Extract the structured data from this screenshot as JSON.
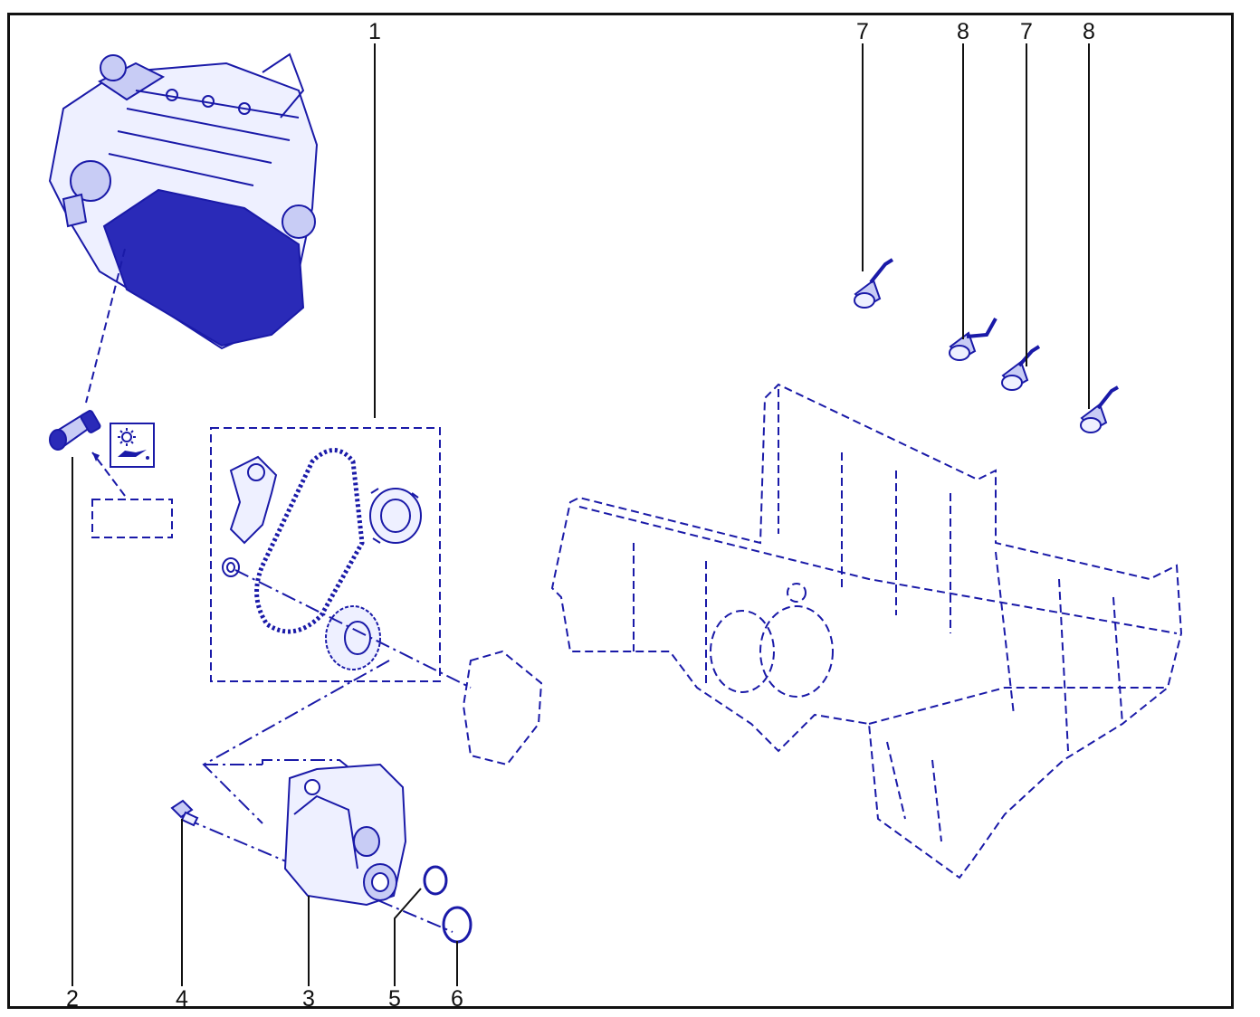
{
  "diagram": {
    "callouts": [
      {
        "id": "c1",
        "label": "1"
      },
      {
        "id": "c2",
        "label": "2"
      },
      {
        "id": "c3",
        "label": "3"
      },
      {
        "id": "c4",
        "label": "4"
      },
      {
        "id": "c5",
        "label": "5"
      },
      {
        "id": "c6",
        "label": "6"
      },
      {
        "id": "c7a",
        "label": "7"
      },
      {
        "id": "c8a",
        "label": "8"
      },
      {
        "id": "c7b",
        "label": "7"
      },
      {
        "id": "c8b",
        "label": "8"
      }
    ],
    "symbol": {
      "name": "oil-pressure-warning-icon"
    },
    "colors": {
      "line": "#1a1aa8",
      "fill": "#2a2ab8",
      "leader": "#111111",
      "frame": "#111111"
    }
  }
}
